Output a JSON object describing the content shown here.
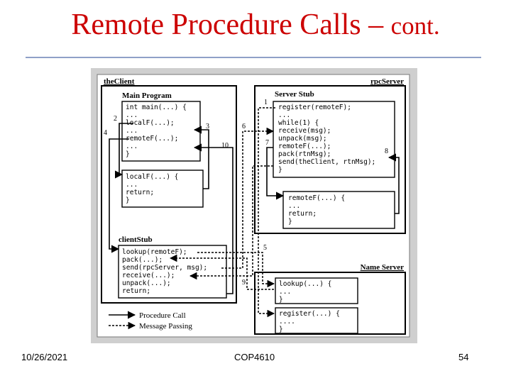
{
  "slide": {
    "title_main": "Remote Procedure Calls",
    "title_dash": " – ",
    "title_cont": "cont.",
    "footer_date": "10/26/2021",
    "footer_course": "COP4610",
    "footer_page": "54"
  },
  "diagram": {
    "client_label": "theClient",
    "server_label": "rpcServer",
    "main_program_label": "Main Program",
    "server_stub_label": "Server Stub",
    "client_stub_label": "clientStub",
    "name_server_label": "Name Server",
    "main_code": [
      "int main(...) {",
      "  ...",
      "  localF(...);",
      "  ...",
      "  remoteF(...);",
      "  ...",
      "}"
    ],
    "localf_code": [
      "localF(...) {",
      "  ...",
      "  return;",
      "}"
    ],
    "server_stub_code": [
      "register(remoteF);",
      "...",
      "while(1) {",
      "receive(msg);",
      "unpack(msg);",
      "remoteF(...);",
      "pack(rtnMsg);",
      "send(theClient, rtnMsg);",
      "}"
    ],
    "remotef_code": [
      "remoteF(...) {",
      "  ...",
      "  return;",
      "}"
    ],
    "client_stub_code": [
      "lookup(remoteF);",
      "pack(...);",
      "send(rpcServer, msg);",
      "receive(...);",
      "unpack(...);",
      "return;"
    ],
    "lookup_code": [
      "lookup(...) {",
      "  ...",
      "}"
    ],
    "register_code": [
      "register(...) {",
      "  ....",
      "}"
    ],
    "step_numbers": [
      "1",
      "2",
      "3",
      "4",
      "5",
      "6",
      "7",
      "8",
      "9",
      "10"
    ],
    "legend_procedure": "Procedure Call",
    "legend_message": "Message Passing"
  }
}
